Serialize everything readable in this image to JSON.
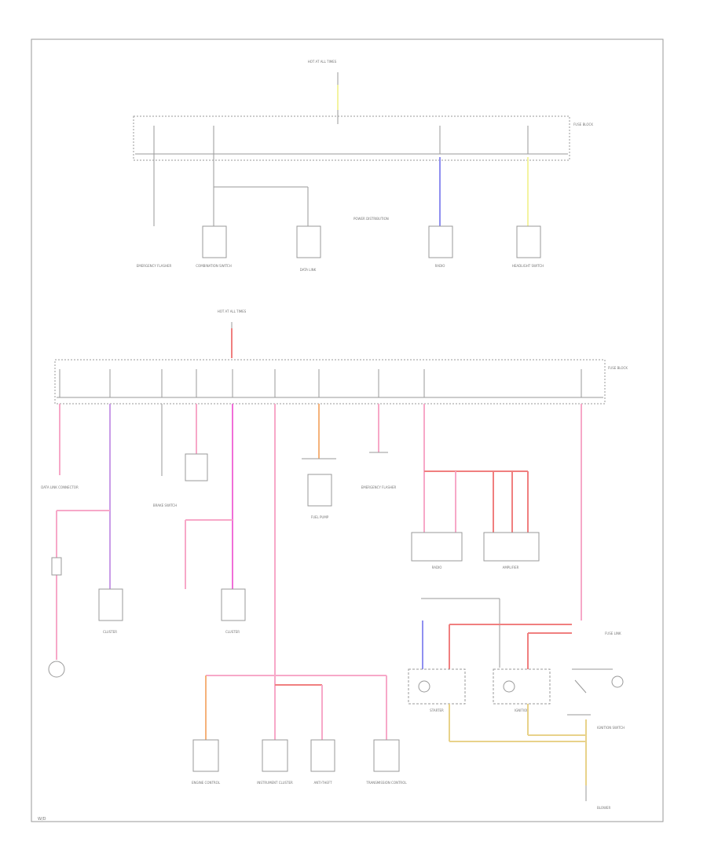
{
  "colors": {
    "yellow": "#f3f3a0",
    "blue": "#8f8ff0",
    "red": "#f07f7f",
    "pink": "#f7a8c8",
    "hotpink": "#f06ed8",
    "purple": "#c99ce8",
    "orange": "#f5b27a",
    "tan": "#e8d28a",
    "gray": "#9a9a9a"
  },
  "labels": {
    "top_source": "HOT AT ALL TIMES",
    "top_block": "FUSE BLOCK",
    "middle_source": "HOT AT ALL TIMES",
    "middle_block": "FUSE BLOCK",
    "tcu_note": "POWER DISTRIBUTION",
    "emergency_flasher_1": "EMERGENCY FLASHER",
    "combination_switch": "COMBINATION SWITCH",
    "data_link": "DATA LINK",
    "headlight_switch": "HEADLIGHT SWITCH",
    "radio": "RADIO",
    "data_link_connector": "DATA LINK CONNECTOR",
    "brake_switch": "BRAKE SWITCH",
    "fuel_pump": "FUEL PUMP",
    "emergency_flasher_2": "EMERGENCY FLASHER",
    "radio_2": "RADIO",
    "amplifier": "AMPLIFIER",
    "starter": "STARTER",
    "ignition": "IGNITION",
    "fuse_link": "FUSE LINK",
    "ignition_switch": "IGNITION SWITCH",
    "engine_control": "ENGINE CONTROL",
    "instrument_cluster": "INSTRUMENT CLUSTER",
    "trans_control": "TRANSMISSION CONTROL",
    "cluster_1": "CLUSTER",
    "cluster_2": "CLUSTER",
    "anti_theft": "ANTI-THEFT",
    "blower": "BLOWER",
    "footer_code": "W/D"
  }
}
